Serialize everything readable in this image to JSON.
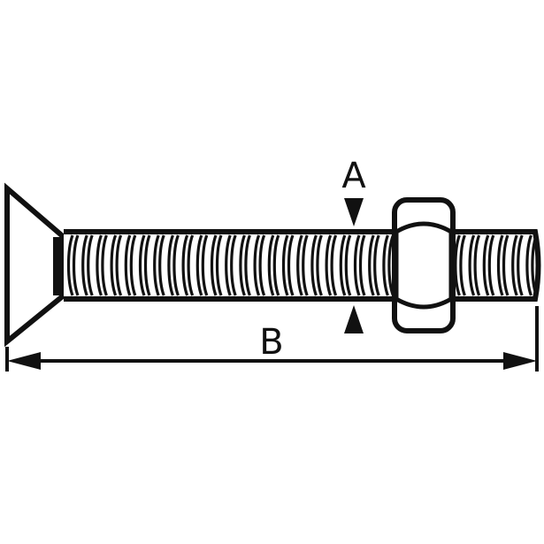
{
  "diagram": {
    "labels": {
      "diameter": "A",
      "length": "B"
    },
    "colors": {
      "ink": "#111111",
      "background": "#ffffff"
    },
    "parts": [
      "countersunk-head",
      "threaded-shank",
      "hex-nut",
      "diameter-dimension",
      "length-dimension"
    ]
  }
}
